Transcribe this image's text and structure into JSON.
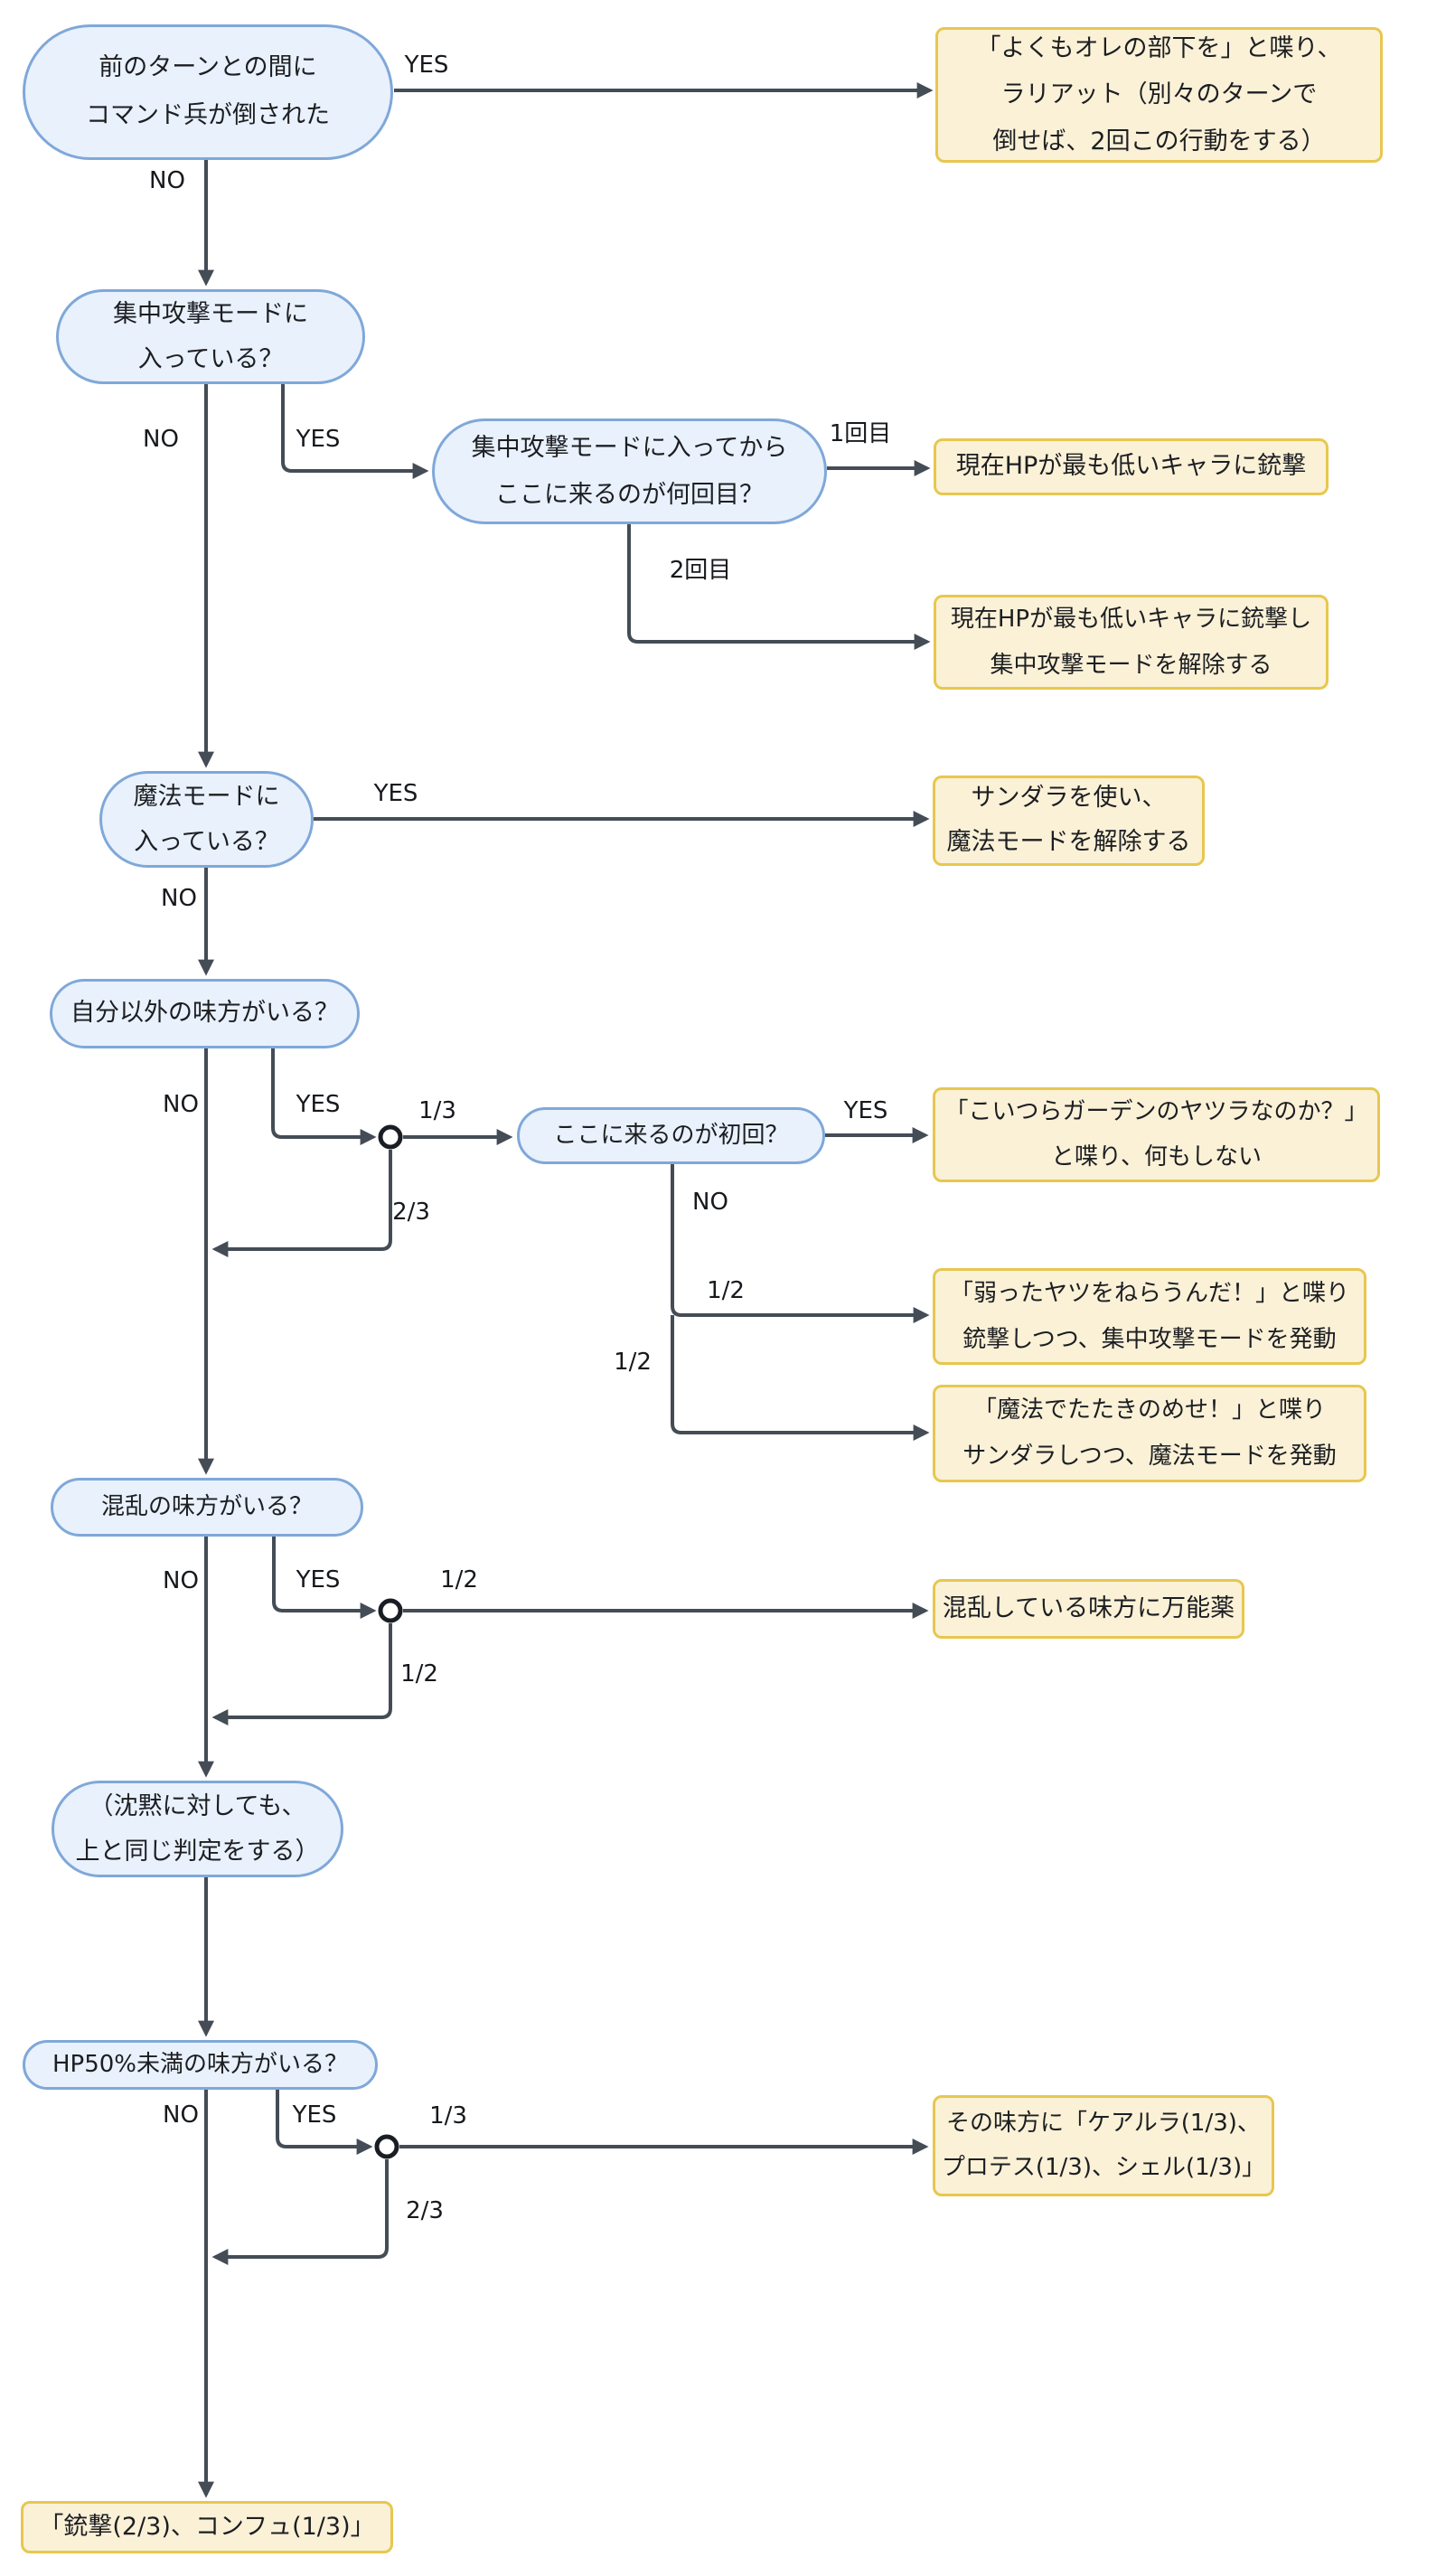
{
  "colors": {
    "decision_fill": "#e9f1fc",
    "decision_border": "#7fa8d9",
    "action_fill": "#fbf1d7",
    "action_border": "#e7c74f",
    "connector": "#444c56",
    "junction_stroke": "#191d24",
    "text": "#1c1e22"
  },
  "nodes": {
    "q1": {
      "type": "decision",
      "text": "前のターンとの間に\nコマンド兵が倒された"
    },
    "a1": {
      "type": "action",
      "text": "「よくもオレの部下を」と喋り、\nラリアット（別々のターンで\n倒せば、2回この行動をする）"
    },
    "q2": {
      "type": "decision",
      "text": "集中攻撃モードに\n入っている？"
    },
    "q3": {
      "type": "decision",
      "text": "集中攻撃モードに入ってから\nここに来るのが何回目？"
    },
    "a2": {
      "type": "action",
      "text": "現在HPが最も低いキャラに銃撃"
    },
    "a3": {
      "type": "action",
      "text": "現在HPが最も低いキャラに銃撃し\n集中攻撃モードを解除する"
    },
    "q4": {
      "type": "decision",
      "text": "魔法モードに\n入っている？"
    },
    "a4": {
      "type": "action",
      "text": "サンダラを使い、\n魔法モードを解除する"
    },
    "q5": {
      "type": "decision",
      "text": "自分以外の味方がいる？"
    },
    "q6": {
      "type": "decision",
      "text": "ここに来るのが初回？"
    },
    "a5": {
      "type": "action",
      "text": "「こいつらガーデンのヤツラなのか？」\nと喋り、何もしない"
    },
    "a6": {
      "type": "action",
      "text": "「弱ったヤツをねらうんだ！」と喋り\n銃撃しつつ、集中攻撃モードを発動"
    },
    "a7": {
      "type": "action",
      "text": "「魔法でたたきのめせ！」と喋り\nサンダラしつつ、魔法モードを発動"
    },
    "q7": {
      "type": "decision",
      "text": "混乱の味方がいる？"
    },
    "a8": {
      "type": "action",
      "text": "混乱している味方に万能薬"
    },
    "q8": {
      "type": "decision",
      "text": "（沈黙に対しても、\n上と同じ判定をする）"
    },
    "q9": {
      "type": "decision",
      "text": "HP50%未満の味方がいる？"
    },
    "a9": {
      "type": "action",
      "text": "その味方に「ケアルラ(1/3)、\nプロテス(1/3)、シェル(1/3)」"
    },
    "a10": {
      "type": "action",
      "text": "「銃撃(2/3)、コンフュ(1/3)」"
    }
  },
  "labels": [
    {
      "text": "YES"
    },
    {
      "text": "NO"
    },
    {
      "text": "NO"
    },
    {
      "text": "YES"
    },
    {
      "text": "1回目"
    },
    {
      "text": "2回目"
    },
    {
      "text": "YES"
    },
    {
      "text": "NO"
    },
    {
      "text": "NO"
    },
    {
      "text": "YES"
    },
    {
      "text": "1/3"
    },
    {
      "text": "2/3"
    },
    {
      "text": "YES"
    },
    {
      "text": "NO"
    },
    {
      "text": "1/2"
    },
    {
      "text": "1/2"
    },
    {
      "text": "NO"
    },
    {
      "text": "YES"
    },
    {
      "text": "1/2"
    },
    {
      "text": "1/2"
    },
    {
      "text": "NO"
    },
    {
      "text": "YES"
    },
    {
      "text": "1/3"
    },
    {
      "text": "2/3"
    }
  ]
}
